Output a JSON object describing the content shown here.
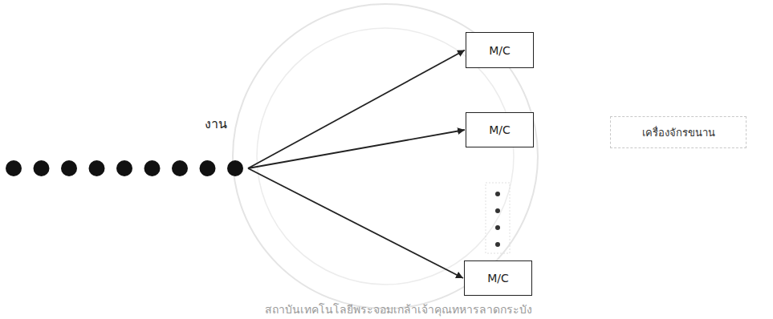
{
  "diagram": {
    "nodes": [
      {
        "text": [
          "งาน"
        ]
      },
      {
        "text": [
          "M/C"
        ]
      },
      {
        "text": [
          "M/C"
        ]
      },
      {
        "text": [
          "M/C"
        ]
      },
      {
        "text": [
          "เครื่องจักรขนาน"
        ]
      }
    ],
    "edges": [
      {
        "from": 0,
        "to": 1,
        "arrow": "to"
      },
      {
        "from": 0,
        "to": 2,
        "arrow": "to"
      },
      {
        "from": 0,
        "to": 3,
        "arrow": "to"
      }
    ],
    "labels": [
      "สถาบันเทคโนโลยีพระจอมเกล้าเจ้าคุณทหารลาดกระบัง"
    ]
  }
}
